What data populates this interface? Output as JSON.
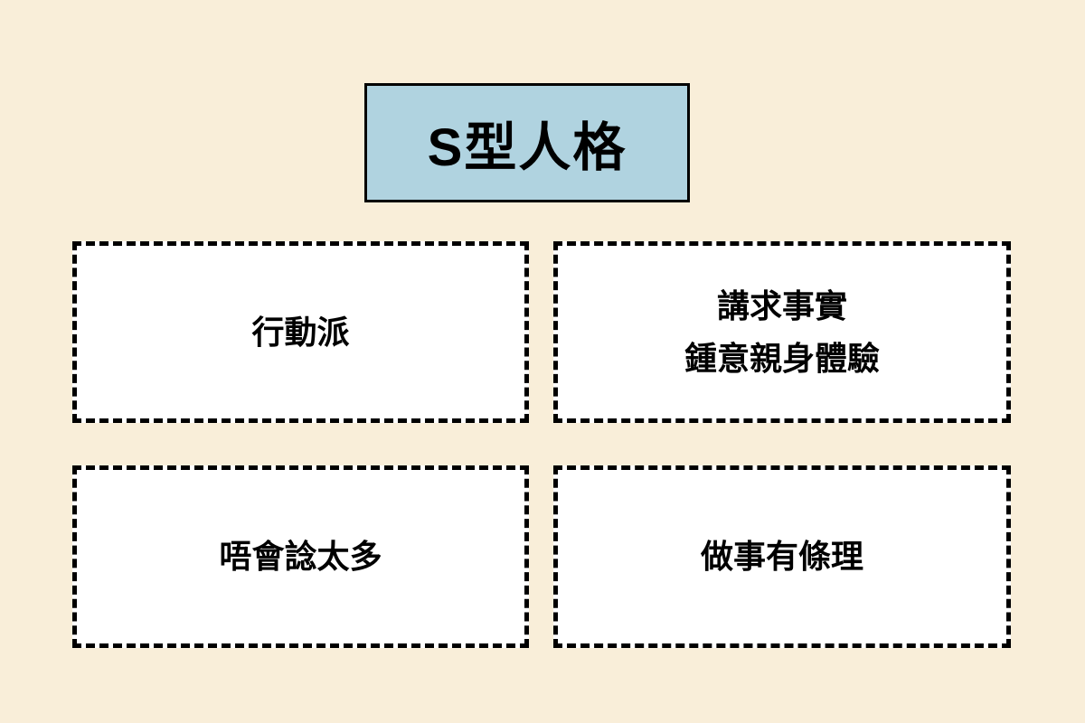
{
  "theme": {
    "page_bg": "#f9eed9",
    "title_bg": "#b0d3e0",
    "border_color": "#000000",
    "text_color": "#000000"
  },
  "title": {
    "label": "S型人格"
  },
  "boxes": [
    {
      "position": "top-left",
      "lines": [
        "行動派"
      ]
    },
    {
      "position": "top-right",
      "lines": [
        "講求事實",
        "鍾意親身體驗"
      ]
    },
    {
      "position": "bottom-left",
      "lines": [
        "唔會諗太多"
      ]
    },
    {
      "position": "bottom-right",
      "lines": [
        "做事有條理"
      ]
    }
  ]
}
